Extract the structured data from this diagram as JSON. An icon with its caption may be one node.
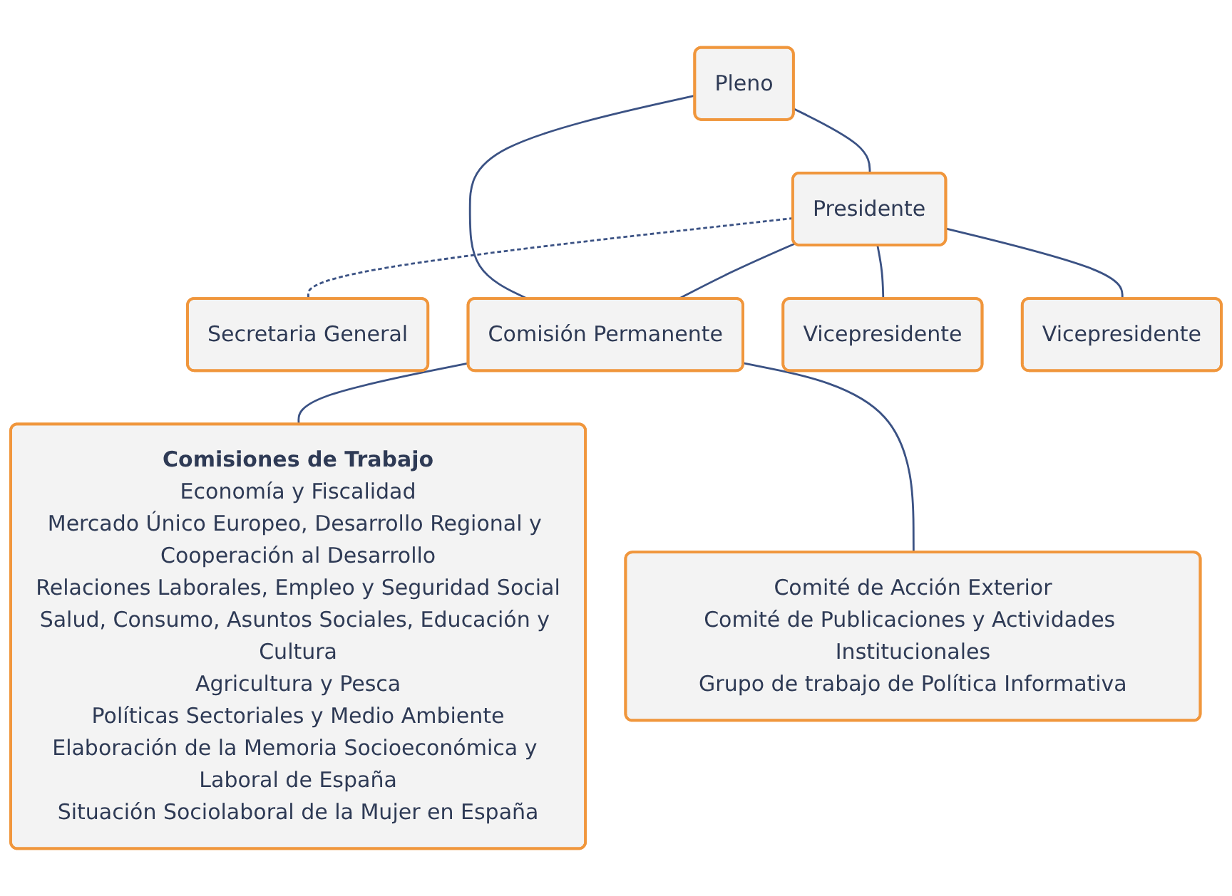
{
  "diagram": {
    "nodes": [
      {
        "text": [
          "Pleno"
        ]
      },
      {
        "text": [
          "Presidente"
        ]
      },
      {
        "text": [
          "Secretaria General"
        ]
      },
      {
        "text": [
          "Comisión Permanente"
        ]
      },
      {
        "text": [
          "Vicepresidente"
        ]
      },
      {
        "text": [
          "Vicepresidente"
        ]
      },
      {
        "text": [
          "Comisiones de Trabajo",
          "Economía y Fiscalidad",
          "Mercado Único Europeo, Desarrollo Regional y Cooperación al Desarrollo",
          "Relaciones Laborales, Empleo y Seguridad Social",
          "Salud, Consumo, Asuntos Sociales, Educación y Cultura",
          "Agricultura y Pesca",
          "Políticas Sectoriales y Medio Ambiente",
          "Elaboración de la Memoria Socioeconómica y Laboral de España",
          "Situación Sociolaboral de la Mujer en España"
        ]
      },
      {
        "text": [
          "Comité de Acción Exterior",
          "Comité de Publicaciones y Actividades Institucionales",
          "Grupo de trabajo de Política Informativa"
        ]
      }
    ],
    "edges": [
      {
        "from": 0,
        "to": 1,
        "arrow": "none"
      },
      {
        "from": 0,
        "to": 3,
        "arrow": "none"
      },
      {
        "from": 3,
        "to": 1,
        "arrow": "none"
      },
      {
        "from": 1,
        "to": 2,
        "arrow": "none",
        "style": "dashed"
      },
      {
        "from": 1,
        "to": 4,
        "arrow": "none"
      },
      {
        "from": 1,
        "to": 5,
        "arrow": "none"
      },
      {
        "from": 3,
        "to": 6,
        "arrow": "none"
      },
      {
        "from": 3,
        "to": 7,
        "arrow": "none"
      }
    ]
  }
}
